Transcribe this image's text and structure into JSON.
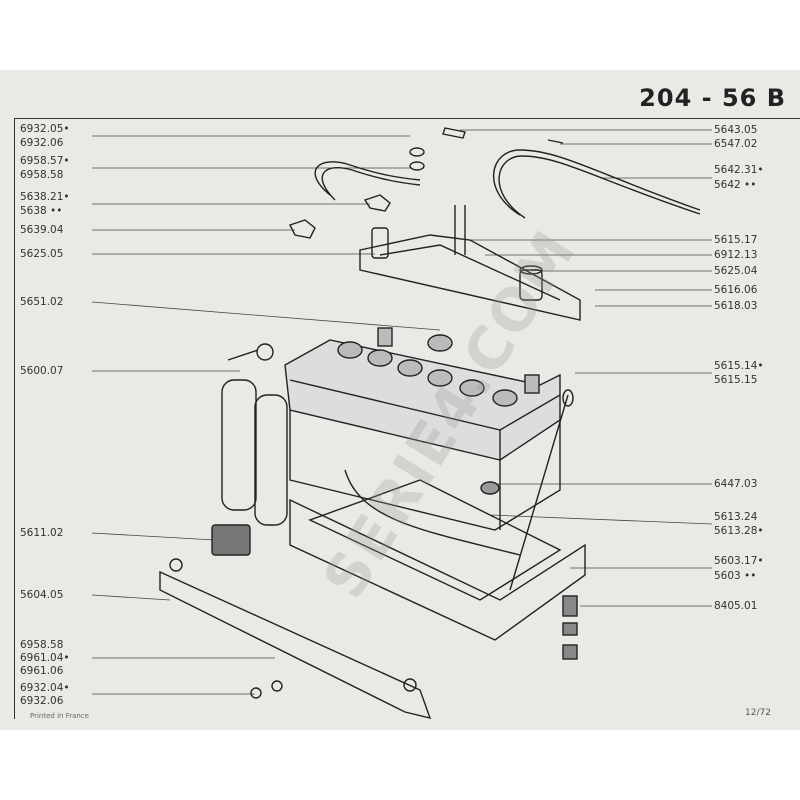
{
  "header": {
    "title": "204 - 56 B"
  },
  "left_labels": [
    "6932.05•",
    "6932.06",
    "6958.57•",
    "6958.58",
    "5638.21•",
    "5638 ••",
    "5639.04",
    "5625.05",
    "5651.02",
    "5600.07",
    "5611.02",
    "5604.05",
    "6958.58",
    "6961.04•",
    "6961.06",
    "6932.04•",
    "6932.06"
  ],
  "right_labels": [
    "5643.05",
    "6547.02",
    "5642.31•",
    "5642 ••",
    "5615.17",
    "6912.13",
    "5625.04",
    "5616.06",
    "5618.03",
    "5615.14•",
    "5615.15",
    "6447.03",
    "5613.24",
    "5613.28•",
    "5603.17•",
    "5603 ••",
    "8405.01"
  ],
  "footer": {
    "printed": "Printed in France",
    "page": "12/72"
  },
  "watermark": "SERIE4.COM"
}
